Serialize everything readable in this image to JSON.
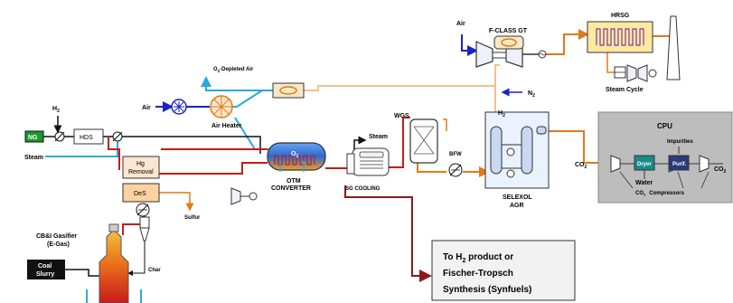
{
  "labels": {
    "air_top": "Air",
    "gt": "F-CLASS GT",
    "hrsg": "HRSG",
    "steam_cycle": "Steam Cycle",
    "n2": "N",
    "n2_sub": "2",
    "h2_agr": "H",
    "h2_agr_sub": "2",
    "o2_depleted_pre": "O",
    "o2_depleted_sub": "2",
    "o2_depleted_post": "-Depleted Air",
    "h2_left": "H",
    "h2_left_sub": "2",
    "air_left": "Air",
    "air_heater": "Air Heater",
    "ng": "NG",
    "hds": "HDS",
    "steam_left": "Steam",
    "hg_removal_1": "Hg",
    "hg_removal_2": "Removal",
    "des": "DeS",
    "sulfur": "Sulfur",
    "gasifier_1": "CB&I Gasifier",
    "gasifier_2": "(E-Gas)",
    "coal_1": "Coal",
    "coal_2": "Slurry",
    "char": "Char",
    "otm_o2": "O",
    "otm_o2_sub": "2",
    "otm_1": "OTM",
    "otm_2": "CONVERTER",
    "steam_sg": "Steam",
    "sg_cooling": "SG COOLING",
    "wgs": "WGS",
    "bfw": "BFW",
    "selexol": "SELEXOL",
    "agr": "AGR",
    "co2_mid": "CO",
    "co2_mid_sub": "2",
    "cpu": "CPU",
    "impurities": "Impurities",
    "dryer": "Dryer",
    "purif": "Purif.",
    "co2_out": "CO",
    "co2_out_sub": "2",
    "water": "Water",
    "co2_comp_pre": "CO",
    "co2_comp_sub": "2",
    "co2_comp_post": "Compressors",
    "product_1_pre": "To H",
    "product_1_sub": "2",
    "product_1_post": " product or",
    "product_2": "Fischer-Tropsch",
    "product_3": "Synthesis (Synfuels)"
  },
  "colors": {
    "air": "#1a22c8",
    "depleted_air": "#2aa8e0",
    "steam": "#2aa8e0",
    "flue": "#e07a1a",
    "syngas_red": "#c81a1a",
    "product_line": "#8a1a1a",
    "light_orange": "#f5c08a",
    "dark_line": "#111111",
    "cpu_bg": "#bdbdbd",
    "ng_green": "#1a9a2a",
    "equipment_fill": "#e8f0ff",
    "otm_fill": "#3a7ad8",
    "hrsg_fill": "#ffe8a0",
    "hg_fill": "#fbe6cf",
    "des_fill": "#fbd2a0"
  }
}
